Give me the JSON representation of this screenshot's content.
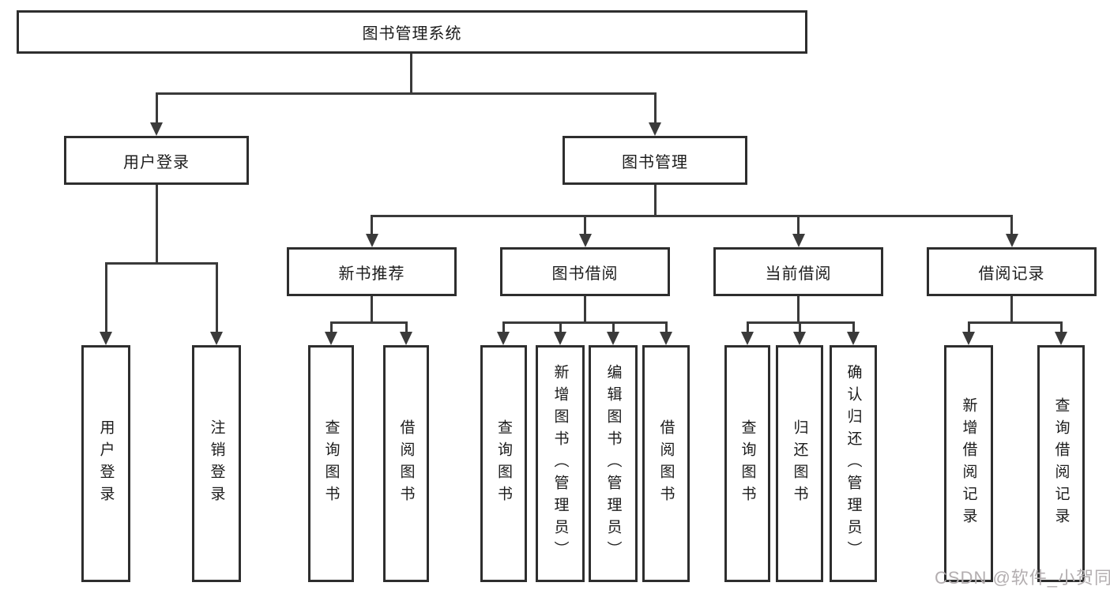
{
  "diagram": {
    "type": "hierarchy-tree",
    "root": {
      "label": "图书管理系统"
    },
    "level2": [
      {
        "label": "用户登录",
        "children": [
          {
            "label": "用户登录"
          },
          {
            "label": "注销登录"
          }
        ]
      },
      {
        "label": "图书管理",
        "children": [
          {
            "label": "新书推荐",
            "children": [
              {
                "label": "查询图书"
              },
              {
                "label": "借阅图书"
              }
            ]
          },
          {
            "label": "图书借阅",
            "children": [
              {
                "label": "查询图书"
              },
              {
                "label": "新增图书（管理员）"
              },
              {
                "label": "编辑图书（管理员）"
              },
              {
                "label": "借阅图书"
              }
            ]
          },
          {
            "label": "当前借阅",
            "children": [
              {
                "label": "查询图书"
              },
              {
                "label": "归还图书"
              },
              {
                "label": "确认归还（管理员）"
              }
            ]
          },
          {
            "label": "借阅记录",
            "children": [
              {
                "label": "新增借阅记录"
              },
              {
                "label": "查询借阅记录"
              }
            ]
          }
        ]
      }
    ]
  },
  "watermark": {
    "text": "CSDN @软件_小贺同学"
  },
  "colors": {
    "line": "#3a3a3a",
    "box_border": "#2e2e2e",
    "background": "#ffffff",
    "text": "#1c1c1c",
    "watermark": "#b3aeb0"
  }
}
